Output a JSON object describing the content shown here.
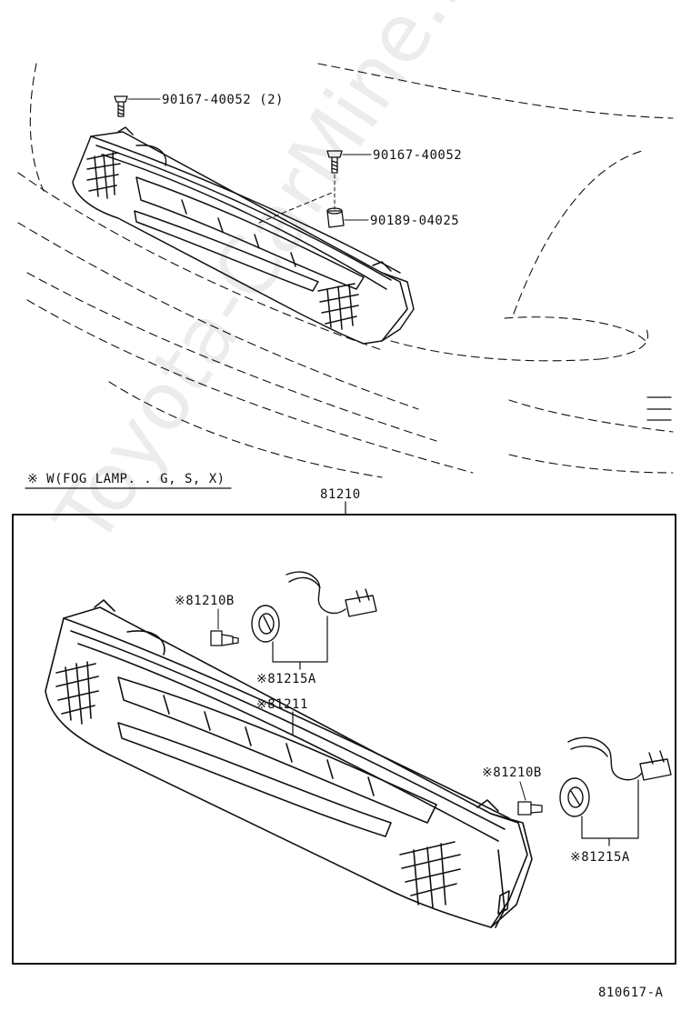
{
  "watermark": "Toyota-CarMine.ru",
  "callouts": {
    "screw_top": "90167-40052 (2)",
    "screw_right": "90167-40052",
    "nut_right": "90189-04025",
    "assembly": "81210",
    "socket_left": "※81210B",
    "bulb_holder_left": "※81215A",
    "housing": "※81211",
    "socket_right": "※81210B",
    "bulb_holder_right": "※81215A"
  },
  "note": "※ W(FOG LAMP. . G, S, X)",
  "figure_id": "810617-A"
}
